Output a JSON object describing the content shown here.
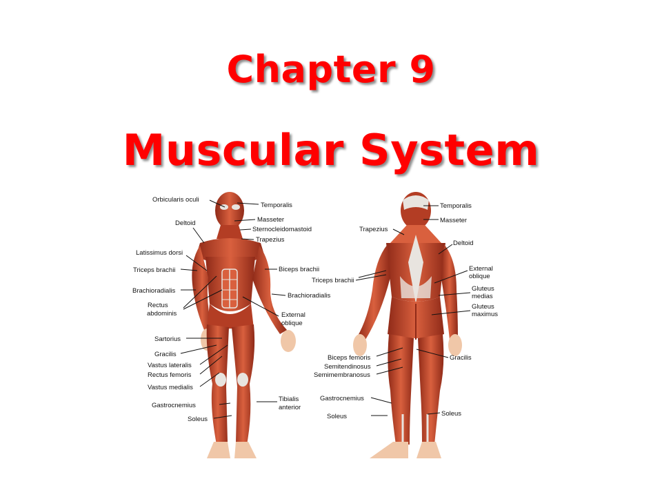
{
  "slide": {
    "title_line1": "Chapter 9",
    "title_line2": "Muscular System",
    "title_color": "#ff0000"
  },
  "anterior_labels": {
    "orbicularis_oculi": "Orbicularis oculi",
    "temporalis": "Temporalis",
    "deltoid": "Deltoid",
    "masseter": "Masseter",
    "sternocleidomastoid": "Sternocleidomastoid",
    "trapezius": "Trapezius",
    "latissimus_dorsi": "Latissimus dorsi",
    "triceps_brachii": "Triceps brachii",
    "biceps_brachii": "Biceps brachii",
    "brachioradialis_left": "Brachioradialis",
    "brachioradialis_right": "Brachioradialis",
    "rectus_abdominis_1": "Rectus",
    "rectus_abdominis_2": "abdominis",
    "external_oblique_1": "External",
    "external_oblique_2": "oblique",
    "sartorius": "Sartorius",
    "gracilis": "Gracilis",
    "vastus_lateralis": "Vastus lateralis",
    "rectus_femoris": "Rectus femoris",
    "vastus_medialis": "Vastus medialis",
    "tibialis_anterior_1": "Tibialis",
    "tibialis_anterior_2": "anterior",
    "gastrocnemius": "Gastrocnemius",
    "soleus": "Soleus"
  },
  "posterior_labels": {
    "temporalis": "Temporalis",
    "masseter": "Masseter",
    "trapezius": "Trapezius",
    "deltoid": "Deltoid",
    "external_oblique_1": "External",
    "external_oblique_2": "oblique",
    "triceps_brachii": "Triceps brachii",
    "gluteus_medias_1": "Gluteus",
    "gluteus_medias_2": "medias",
    "gluteus_maximus_1": "Gluteus",
    "gluteus_maximus_2": "maximus",
    "biceps_femoris": "Biceps femoris",
    "semitendinosus": "Semitendinosus",
    "semimembranosus": "Semimembranosus",
    "gracilis": "Gracilis",
    "gastrocnemius": "Gastrocnemius",
    "soleus": "Soleus"
  },
  "colors": {
    "muscle": "#c0452a",
    "muscle_dark": "#8f2a18",
    "muscle_light": "#d9603e",
    "tendon": "#e8e4df",
    "skin": "#f0c7a8",
    "leader_line": "#111111"
  }
}
